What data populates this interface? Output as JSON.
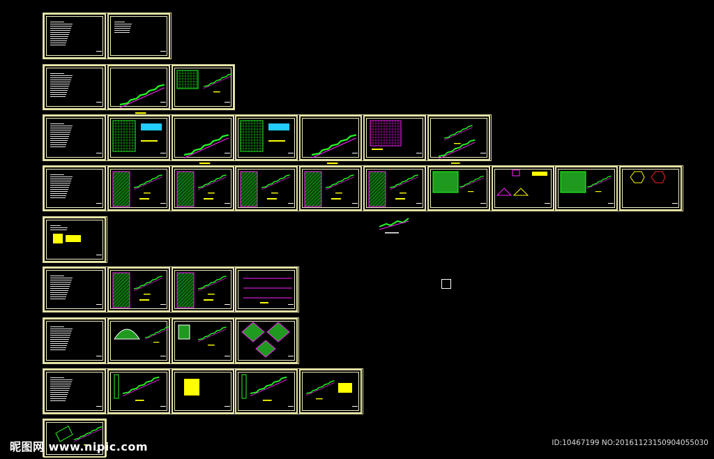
{
  "viewport": {
    "background": "#000000",
    "frame_color": "#e8e6a8"
  },
  "palette": {
    "green": "#22ff22",
    "magenta": "#ff22ff",
    "yellow": "#ffff00",
    "cyan": "#22ccff",
    "white": "#ffffff",
    "red": "#ff2222"
  },
  "rows": [
    {
      "sheets": [
        "text",
        "text-small"
      ]
    },
    {
      "sheets": [
        "text",
        "stair",
        "plan-stair"
      ]
    },
    {
      "sheets": [
        "text",
        "plan-cyan",
        "stair",
        "plan-cyan",
        "stair",
        "grid-plan",
        "stair-small"
      ]
    },
    {
      "sheets": [
        "text",
        "hatch-plan",
        "hatch-plan",
        "hatch-plan",
        "hatch-plan",
        "hatch-plan",
        "plan-dense",
        "detail-mixed",
        "plan-dense",
        "hexagon"
      ]
    },
    {
      "sheets": [
        "text-yellow"
      ]
    },
    {
      "sheets": [
        "text",
        "hatch-plan",
        "hatch-plan",
        "section-lines"
      ]
    },
    {
      "sheets": [
        "text",
        "dome",
        "arch-stair",
        "diamond"
      ]
    },
    {
      "sheets": [
        "text",
        "column-stair",
        "yellow-table",
        "column-stair",
        "stair-table"
      ]
    },
    {
      "sheets": [
        "partial"
      ]
    }
  ],
  "watermark": {
    "site": "昵图网 www.nipic.com"
  },
  "image_id": "ID:10467199 NO:20161123150904055030"
}
